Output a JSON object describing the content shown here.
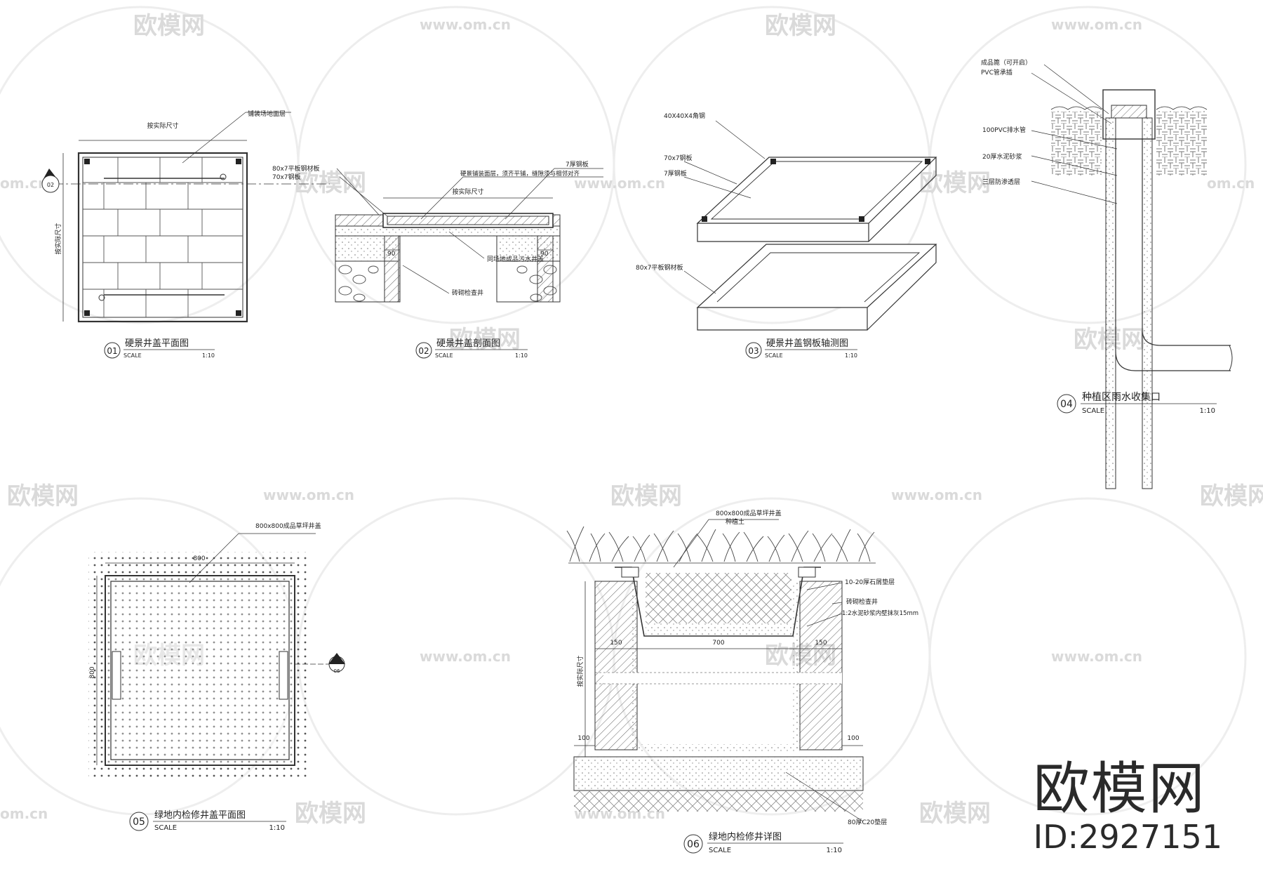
{
  "watermark": {
    "brand": "欧模网",
    "site": "www.om.cn",
    "site_short": "om.cn"
  },
  "brand_logo": {
    "name": "欧模网",
    "id": "ID:2927151"
  },
  "panels": [
    {
      "num": "01",
      "title": "硬景井盖平面图",
      "scale_label": "SCALE",
      "scale": "1:10"
    },
    {
      "num": "02",
      "title": "硬景井盖剖面图",
      "scale_label": "SCALE",
      "scale": "1:10"
    },
    {
      "num": "03",
      "title": "硬景井盖钢板轴测图",
      "scale_label": "SCALE",
      "scale": "1:10"
    },
    {
      "num": "04",
      "title": "种植区雨水收集口",
      "scale_label": "SCALE",
      "scale": "1:10"
    },
    {
      "num": "05",
      "title": "绿地内检修井盖平面图",
      "scale_label": "SCALE",
      "scale": "1:10"
    },
    {
      "num": "06",
      "title": "绿地内检修井详图",
      "scale_label": "SCALE",
      "scale": "1:10"
    }
  ],
  "p01": {
    "top_dim": "按实际尺寸",
    "side_dim": "按实际尺寸",
    "leader1": "铺装场地面层",
    "section_mark": "02"
  },
  "p02": {
    "leader_a": "80x7平板钢材板",
    "leader_b": "70x7钢板",
    "leader_c": "7厚钢板",
    "leader_d": "硬景铺装面层，须齐平铺，缝隙须与相邻对齐",
    "leader_e": "按实际尺寸",
    "leader_f": "同场地成品污水井盖",
    "leader_g": "砖砌检查井",
    "dim_l": "90",
    "dim_r": "90"
  },
  "p03": {
    "leader_a": "40X40X4角钢",
    "leader_b": "70x7钢板",
    "leader_c": "7厚钢板",
    "leader_d": "80x7平板钢材板"
  },
  "p04": {
    "leader_a": "成品篦（可开启）",
    "leader_b": "PVC管承插",
    "leader_c": "100PVC排水管",
    "leader_d": "20厚水泥砂浆",
    "leader_e": "三层防渗透层"
  },
  "p05": {
    "leader_a": "800x800成品草坪井盖",
    "dim_top": "800",
    "dim_side": "800",
    "section_mark": "06"
  },
  "p06": {
    "leader_a": "800x800成品草坪井盖",
    "leader_b": "种植土",
    "leader_c": "10-20厚石屑垫层",
    "leader_d": "砖砌检查井",
    "leader_e": "1:2水泥砂浆内壁抹灰15mm",
    "leader_f": "按实际尺寸",
    "leader_g": "80厚C20垫层",
    "dim_l": "150",
    "dim_m": "700",
    "dim_r": "150",
    "dim_bl": "100",
    "dim_br": "100"
  }
}
